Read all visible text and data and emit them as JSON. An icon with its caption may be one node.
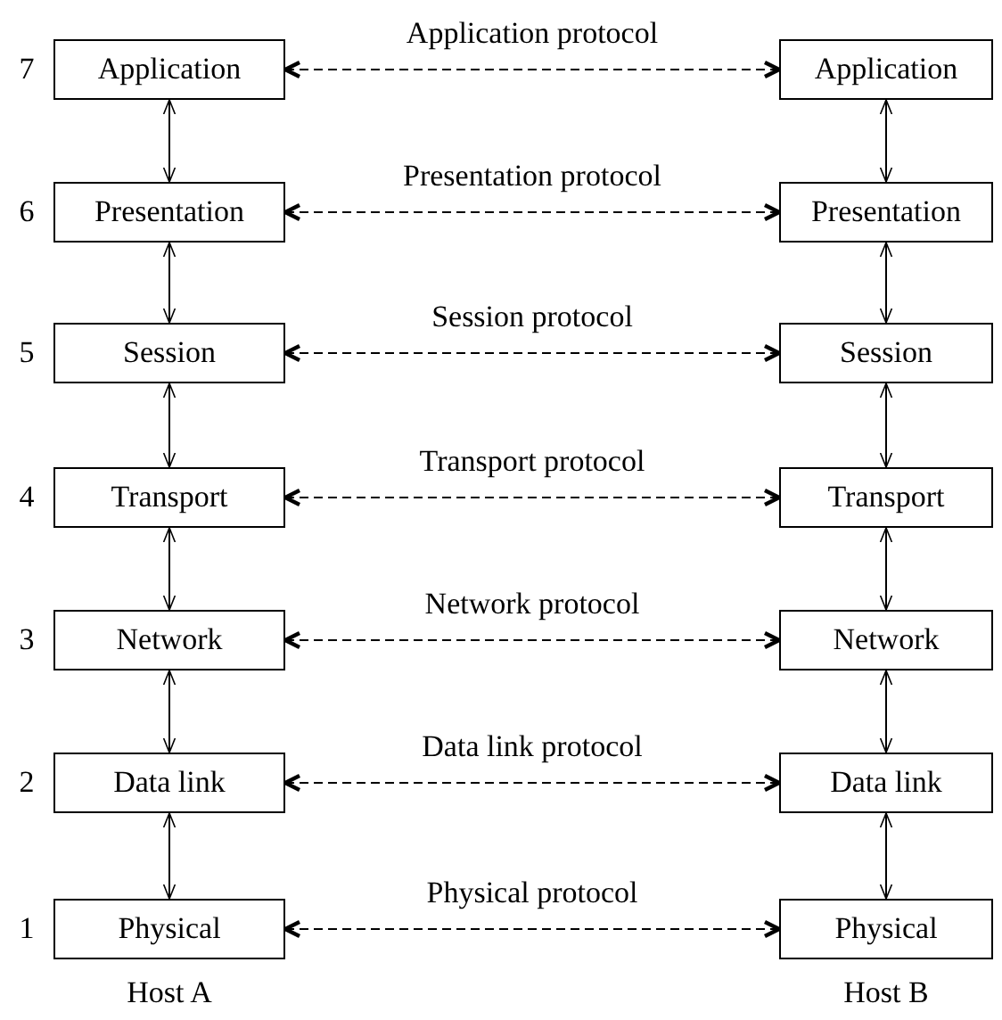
{
  "diagram": {
    "nodes": [
      {
        "text": [
          "Application"
        ]
      },
      {
        "text": [
          "Application"
        ]
      },
      {
        "text": [
          "Presentation"
        ]
      },
      {
        "text": [
          "Presentation"
        ]
      },
      {
        "text": [
          "Session"
        ]
      },
      {
        "text": [
          "Session"
        ]
      },
      {
        "text": [
          "Transport"
        ]
      },
      {
        "text": [
          "Transport"
        ]
      },
      {
        "text": [
          "Network"
        ]
      },
      {
        "text": [
          "Network"
        ]
      },
      {
        "text": [
          "Data link"
        ]
      },
      {
        "text": [
          "Data link"
        ]
      },
      {
        "text": [
          "Physical"
        ]
      },
      {
        "text": [
          "Physical"
        ]
      }
    ],
    "edges": [
      {
        "from": 0,
        "to": 1,
        "arrow": "both",
        "label": "Application protocol",
        "style": "dashed"
      },
      {
        "from": 0,
        "to": 2,
        "arrow": "both"
      },
      {
        "from": 1,
        "to": 3,
        "arrow": "both"
      },
      {
        "from": 2,
        "to": 3,
        "arrow": "both",
        "label": "Presentation protocol",
        "style": "dashed"
      },
      {
        "from": 2,
        "to": 4,
        "arrow": "both"
      },
      {
        "from": 3,
        "to": 5,
        "arrow": "both"
      },
      {
        "from": 4,
        "to": 5,
        "arrow": "both",
        "label": "Session protocol",
        "style": "dashed"
      },
      {
        "from": 4,
        "to": 6,
        "arrow": "both"
      },
      {
        "from": 5,
        "to": 7,
        "arrow": "both"
      },
      {
        "from": 6,
        "to": 7,
        "arrow": "both",
        "label": "Transport protocol",
        "style": "dashed"
      },
      {
        "from": 6,
        "to": 8,
        "arrow": "both"
      },
      {
        "from": 7,
        "to": 9,
        "arrow": "both"
      },
      {
        "from": 8,
        "to": 9,
        "arrow": "both",
        "label": "Network protocol",
        "style": "dashed"
      },
      {
        "from": 8,
        "to": 10,
        "arrow": "both"
      },
      {
        "from": 9,
        "to": 11,
        "arrow": "both"
      },
      {
        "from": 10,
        "to": 11,
        "arrow": "both",
        "label": "Data link protocol",
        "style": "dashed"
      },
      {
        "from": 10,
        "to": 12,
        "arrow": "both"
      },
      {
        "from": 11,
        "to": 13,
        "arrow": "both"
      },
      {
        "from": 12,
        "to": 13,
        "arrow": "both",
        "label": "Physical protocol",
        "style": "dashed"
      }
    ],
    "labels": [
      "7",
      "6",
      "5",
      "4",
      "3",
      "2",
      "1",
      "Host A",
      "Host B"
    ]
  }
}
